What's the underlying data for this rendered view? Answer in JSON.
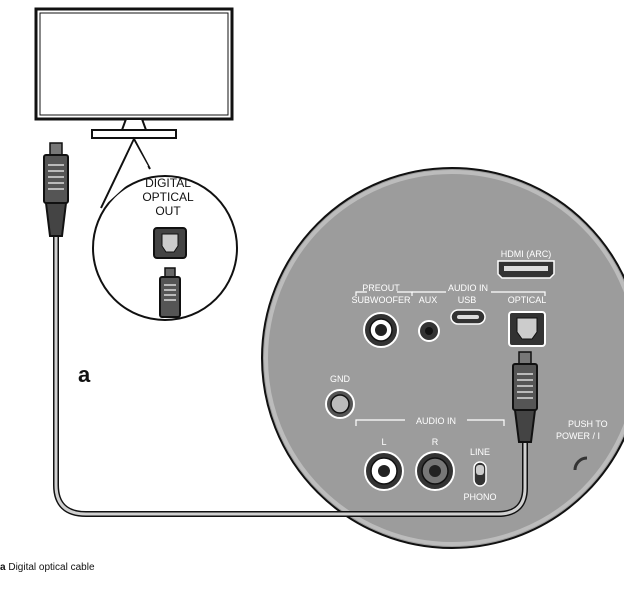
{
  "callout": {
    "line1": "DIGITAL",
    "line2": "OPTICAL",
    "line3": "OUT"
  },
  "panel": {
    "hdmi_label": "HDMI (ARC)",
    "preout_label": "PREOUT",
    "audio_in_top_label": "AUDIO IN",
    "subwoofer_label": "SUBWOOFER",
    "aux_label": "AUX",
    "usb_label": "USB",
    "optical_label": "OPTICAL",
    "gnd_label": "GND",
    "audio_in_bottom_label": "AUDIO IN",
    "l_label": "L",
    "r_label": "R",
    "line_label": "LINE",
    "phono_label": "PHONO",
    "push_label_1": "PUSH TO",
    "push_label_2": "POWER / I"
  },
  "cable_marker": "a",
  "caption": {
    "marker": "a",
    "text": "Digital optical cable"
  }
}
